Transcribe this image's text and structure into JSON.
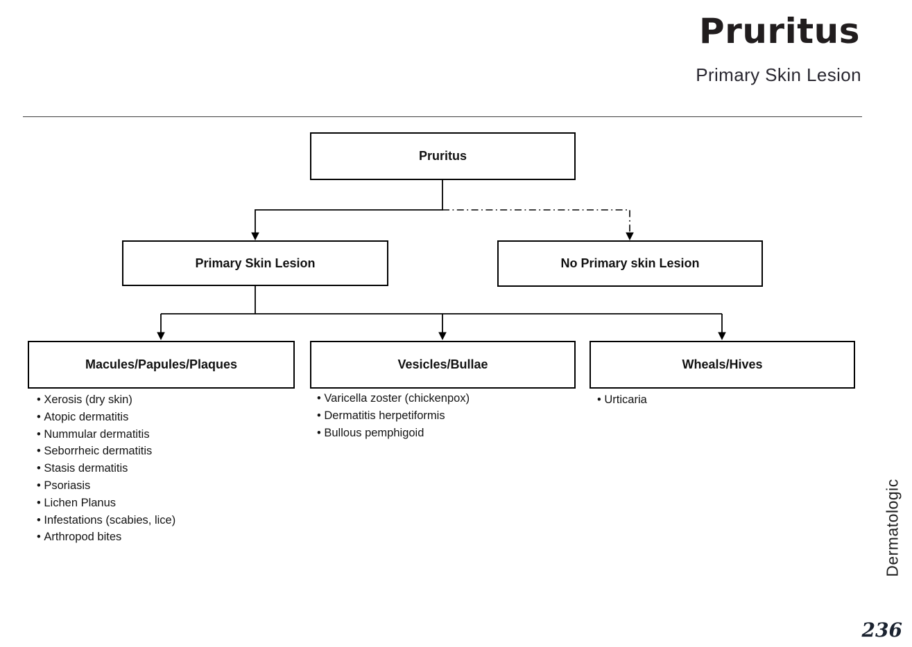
{
  "page": {
    "title": "Pruritus",
    "subtitle": "Primary Skin Lesion",
    "side_label": "Dermatologic",
    "page_number": "236"
  },
  "flowchart": {
    "root_label": "Pruritus",
    "level1": [
      {
        "label": "Primary Skin Lesion",
        "connector_style": "solid-arrow"
      },
      {
        "label": "No Primary skin Lesion",
        "connector_style": "dash-dot-arrow"
      }
    ],
    "categories": [
      {
        "label": "Macules/Papules/Plaques",
        "items": [
          "Xerosis (dry skin)",
          "Atopic dermatitis",
          "Nummular dermatitis",
          "Seborrheic dermatitis",
          "Stasis dermatitis",
          "Psoriasis",
          "Lichen Planus",
          "Infestations (scabies, lice)",
          "Arthropod bites"
        ]
      },
      {
        "label": "Vesicles/Bullae",
        "items": [
          "Varicella zoster (chickenpox)",
          "Dermatitis herpetiformis",
          "Bullous pemphigoid"
        ]
      },
      {
        "label": "Wheals/Hives",
        "items": [
          "Urticaria"
        ]
      }
    ]
  },
  "colors": {
    "ink": "#211d1e",
    "line": "#000000"
  }
}
